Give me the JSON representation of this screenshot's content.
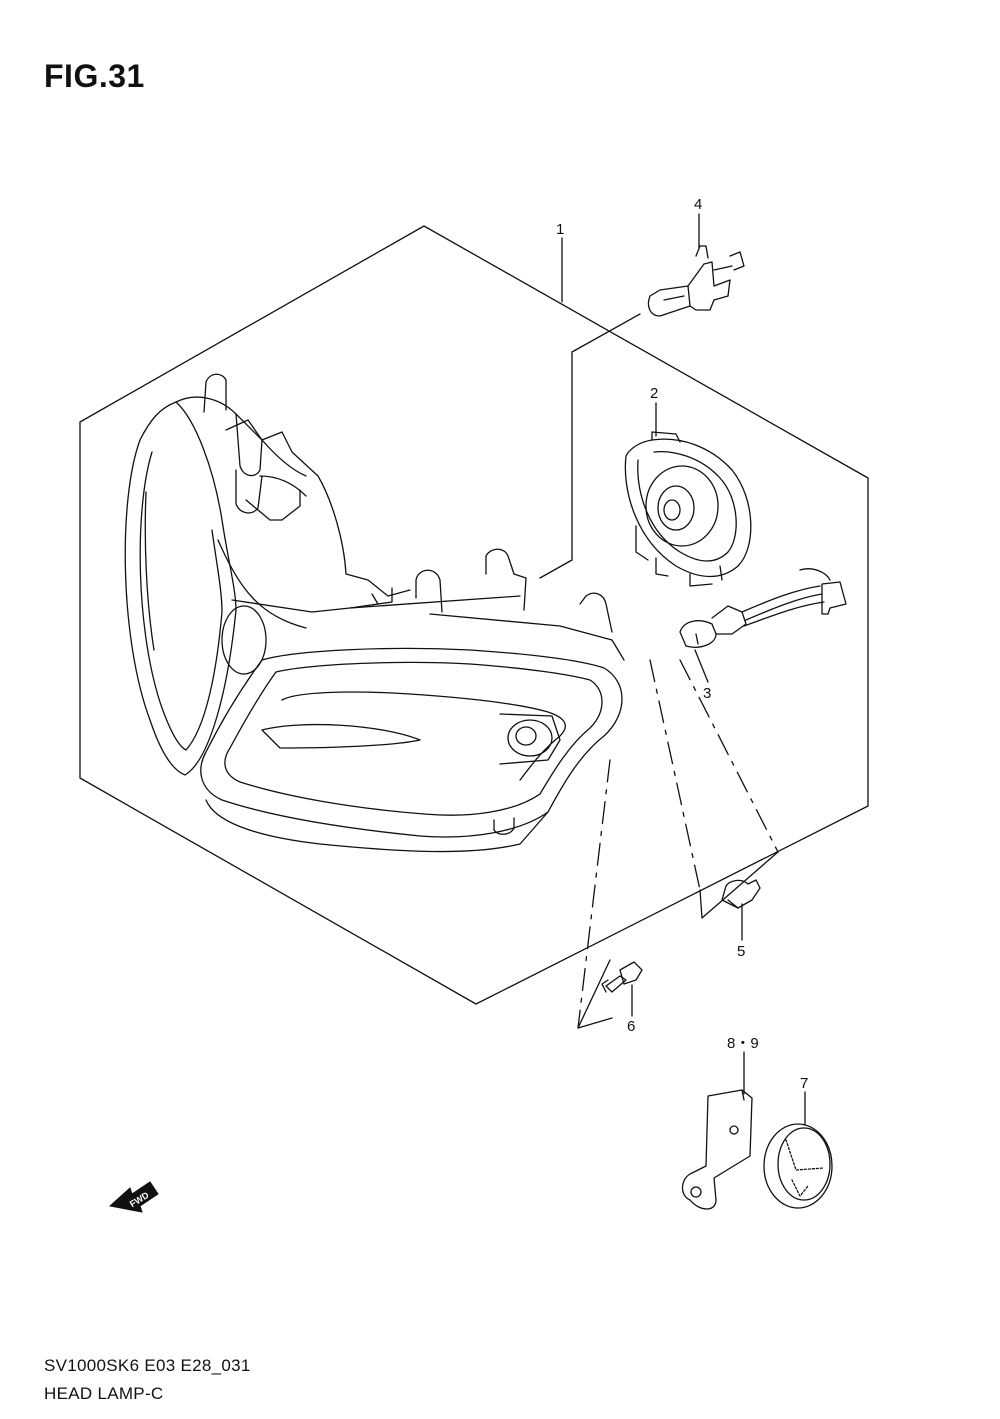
{
  "figure": {
    "title": "FIG.31",
    "model_code": "SV1000SK6 E03 E28_031",
    "section_name": "HEAD LAMP-C"
  },
  "callouts": {
    "p1": "1",
    "p2": "2",
    "p3": "3",
    "p4": "4",
    "p5": "5",
    "p6": "6",
    "p7": "7",
    "p89": "8・9"
  },
  "fwd_badge": {
    "label": "FWD"
  },
  "icons": {
    "fwd_arrow": "fwd-arrow-icon"
  }
}
